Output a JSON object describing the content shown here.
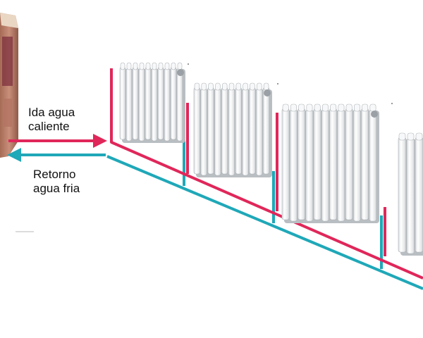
{
  "labels": {
    "hot_line1": "Ida agua",
    "hot_line2": "caliente",
    "cold_line1": "Retorno",
    "cold_line2": "agua fria"
  },
  "colors": {
    "hot_pipe": "#e0275a",
    "cold_pipe": "#1fa8b8",
    "radiator": "#f1f2f3",
    "boiler": "#c8a98f"
  },
  "components": {
    "radiator_count": 4,
    "icons": [
      "boiler-icon",
      "radiator-icon",
      "supply-pipe",
      "return-pipe",
      "arrow-icon"
    ]
  }
}
